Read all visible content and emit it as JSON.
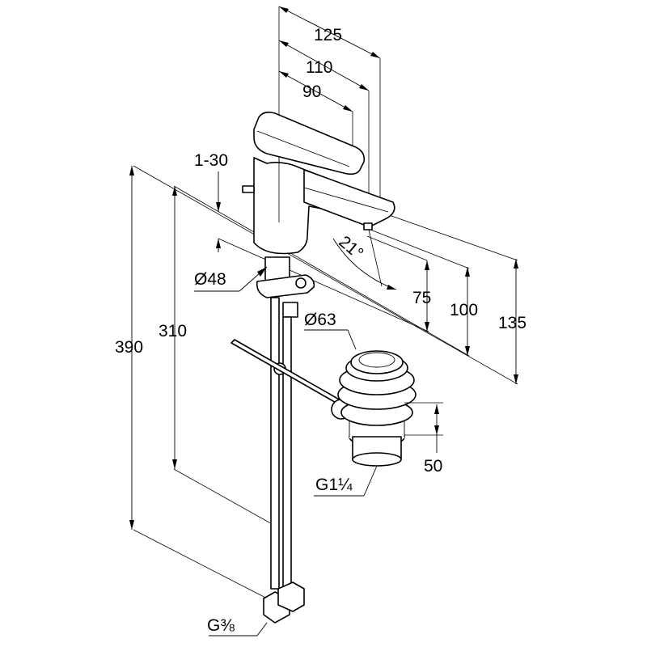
{
  "dimensions": {
    "width_125": "125",
    "width_110": "110",
    "width_90": "90",
    "lever_range": "1-30",
    "angle": "21°",
    "height_75": "75",
    "height_100": "100",
    "height_135": "135",
    "body_diameter": "Ø48",
    "waste_diameter": "Ø63",
    "height_310": "310",
    "height_390": "390",
    "waste_height": "50",
    "waste_thread": "G1¼",
    "hose_thread": "G⅜"
  }
}
